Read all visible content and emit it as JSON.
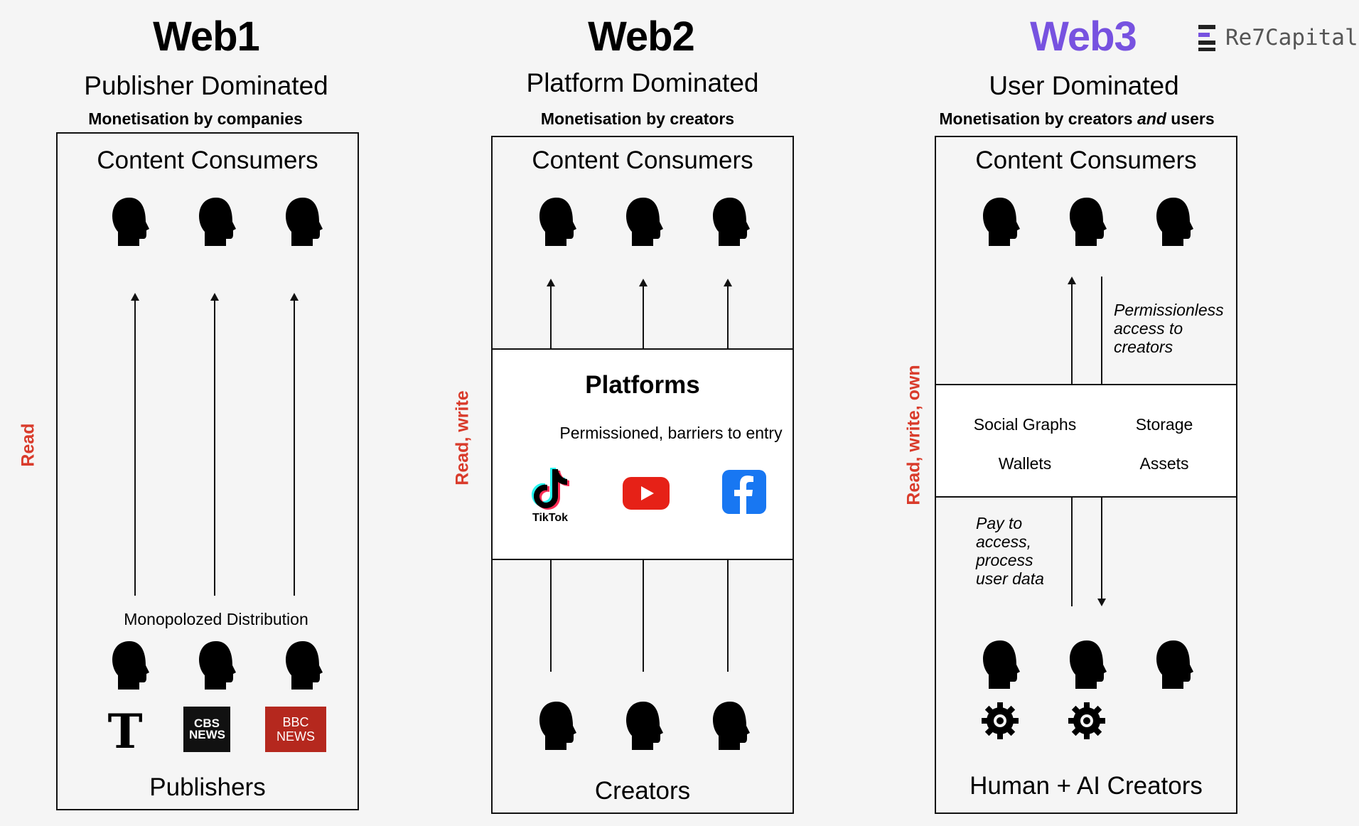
{
  "brand": {
    "name": "Re7Capital",
    "title_color": "#7752e0"
  },
  "columns": [
    {
      "title": "Web1",
      "subtitle": "Publisher Dominated",
      "monetisation": "Monetisation by companies",
      "side_label": "Read",
      "top_label": "Content Consumers",
      "middle_label": "Monopolozed Distribution",
      "bottom_label": "Publishers",
      "publisher_logos": [
        "T",
        "CBS NEWS",
        "BBC NEWS"
      ]
    },
    {
      "title": "Web2",
      "subtitle": "Platform Dominated",
      "monetisation": "Monetisation by creators",
      "side_label": "Read, write",
      "top_label": "Content Consumers",
      "platform_title": "Platforms",
      "platform_desc": "Permissioned, barriers to entry",
      "platform_logos": [
        "TikTok",
        "youtube-icon",
        "facebook-icon"
      ],
      "bottom_label": "Creators"
    },
    {
      "title": "Web3",
      "subtitle": "User Dominated",
      "monetisation_prefix": "Monetisation by creators ",
      "monetisation_em": "and",
      "monetisation_suffix": " users",
      "side_label": "Read, write, own",
      "top_label": "Content Consumers",
      "permissionless": "Permissionless access to creators",
      "infra": [
        "Social Graphs",
        "Storage",
        "Wallets",
        "Assets"
      ],
      "pay_text": "Pay to access, process user data",
      "bottom_label": "Human + AI Creators"
    }
  ]
}
